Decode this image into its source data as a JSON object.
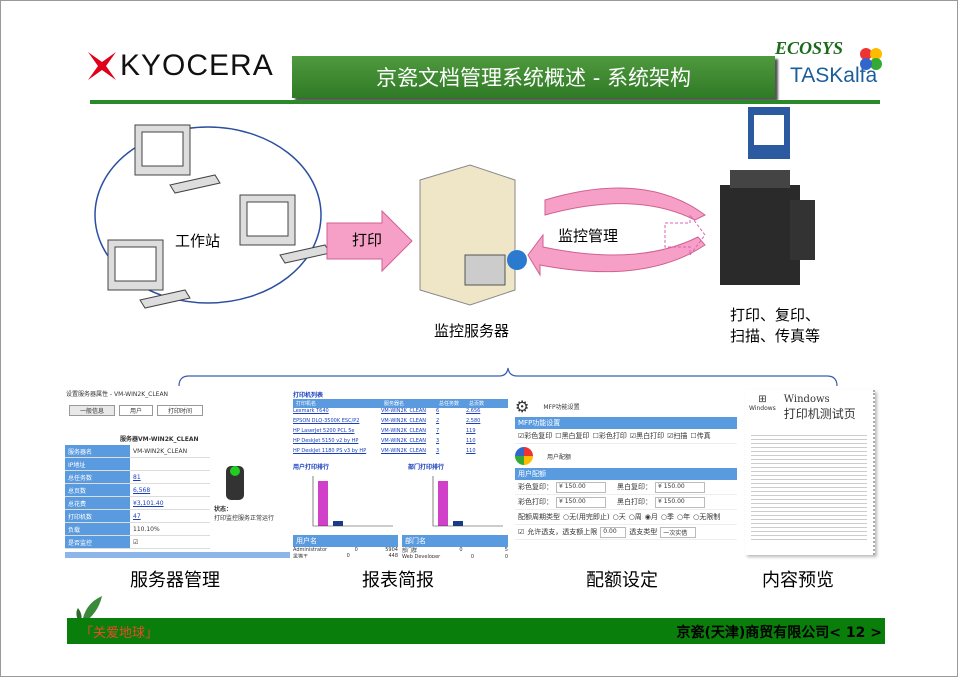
{
  "header": {
    "logo": "KYOCERA",
    "title": "京瓷文档管理系统概述 - 系统架构",
    "brand1": "ECOSYS",
    "brand2": "TASKalfa"
  },
  "diagram": {
    "workstation": "工作站",
    "print_arrow": "打印",
    "monitor_arrow": "监控管理",
    "server": "监控服务器",
    "devices_line1": "打印、复印、",
    "devices_line2": "扫描、传真等"
  },
  "panels": {
    "server": {
      "caption": "服务器管理",
      "page_title": "设置服务器属性 - VM-WIN2K_CLEAN",
      "tabs": [
        "一般信息",
        "用户",
        "打印时间"
      ],
      "header": "服务器VM-WIN2K_CLEAN",
      "rows": [
        {
          "k": "服务器名",
          "v": "VM-WIN2K_CLEAN"
        },
        {
          "k": "IP地址",
          "v": ""
        },
        {
          "k": "总任务数",
          "v": "81"
        },
        {
          "k": "总页数",
          "v": "6,568"
        },
        {
          "k": "总花费",
          "v": "¥3,101.40"
        },
        {
          "k": "打印机数",
          "v": "47"
        },
        {
          "k": "负载",
          "v": "110.10%"
        },
        {
          "k": "是否监控",
          "v": "☑"
        }
      ],
      "status_label": "状态：",
      "status": "打印监控服务正常运行"
    },
    "report": {
      "caption": "报表简报",
      "list_title": "打印机列表",
      "cols": [
        "打印机名",
        "服务器名",
        "总任务数",
        "总页数"
      ],
      "rows": [
        [
          "Lexmark T640",
          "VM-WIN2K_CLEAN",
          "6",
          "2,656"
        ],
        [
          "EPSON DLQ-3500K ESC/P2",
          "VM-WIN2K_CLEAN",
          "2",
          "2,580"
        ],
        [
          "HP LaserJet 5200 PCL 5e",
          "VM-WIN2K_CLEAN",
          "7",
          "119"
        ],
        [
          "HP DeskJet 5150 v2 by HP",
          "VM-WIN2K_CLEAN",
          "3",
          "110"
        ],
        [
          "HP DeskJet 1180 PS v3 by HP",
          "VM-WIN2K_CLEAN",
          "3",
          "110"
        ]
      ],
      "user_chart": "用户打印排行",
      "dept_chart": "部门打印排行",
      "user_col": "用户名",
      "dept_col": "部门名",
      "users": [
        [
          "Administrator",
          "0",
          "5904"
        ],
        [
          "黑猫王",
          "0",
          "448"
        ]
      ],
      "depts": [
        [
          "部门群",
          "0",
          "5"
        ],
        [
          "Web Developer",
          "0",
          "0"
        ]
      ]
    },
    "quota": {
      "caption": "配额设定",
      "mfp_title": "MFP功能设置",
      "mfp_bar": "MFP功能设置",
      "funcs": [
        {
          "label": "彩色复印",
          "on": true
        },
        {
          "label": "黑白复印",
          "on": false
        },
        {
          "label": "彩色打印",
          "on": false
        },
        {
          "label": "黑白打印",
          "on": true
        },
        {
          "label": "扫描",
          "on": true
        },
        {
          "label": "传真",
          "on": false
        }
      ],
      "quota_title": "用户配额",
      "quota_bar": "用户配额",
      "color_copy": "彩色复印：",
      "bw_copy": "黑白复印：",
      "color_print": "彩色打印：",
      "bw_print": "黑白打印：",
      "amount": "¥ 150.00",
      "period_label": "配额周期类型",
      "periods": [
        "无(用完即止)",
        "天",
        "周",
        "月",
        "季",
        "年",
        "无限制"
      ],
      "period_selected": "月",
      "overdraft": "允许透支，透支额上限",
      "overdraft_value": "0.00",
      "overdraft_type_label": "透支类型",
      "overdraft_type": "一次实借"
    },
    "preview": {
      "caption": "内容预览",
      "windows": "Windows",
      "title1": "Windows",
      "title2": "打印机测试页"
    }
  },
  "footer": {
    "slogan": "「关爱地球」",
    "company": "京瓷(天津)商贸有限公司",
    "page": "< 12 >"
  }
}
